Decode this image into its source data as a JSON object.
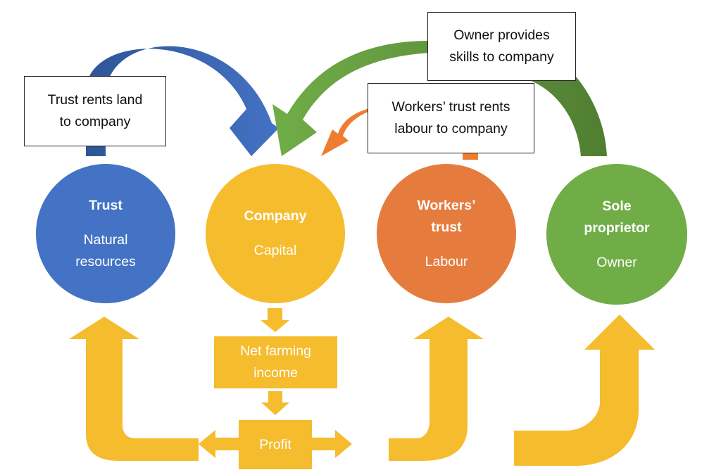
{
  "callouts": {
    "trust_rent": {
      "line1": "Trust rents land",
      "line2": "to company"
    },
    "owner_skills": {
      "line1": "Owner provides",
      "line2": "skills to company"
    },
    "workers_rent": {
      "line1": "Workers’ trust rents",
      "line2": "labour to company"
    }
  },
  "entities": {
    "trust": {
      "title": "Trust",
      "subtitle_line1": "Natural",
      "subtitle_line2": "resources"
    },
    "company": {
      "title": "Company",
      "subtitle": "Capital"
    },
    "workers_trust": {
      "title_line1": "Workers’",
      "title_line2": "trust",
      "subtitle": "Labour"
    },
    "sole_proprietor": {
      "title_line1": "Sole",
      "title_line2": "proprietor",
      "subtitle": "Owner"
    }
  },
  "flow": {
    "net_farming_income": {
      "line1": "Net farming",
      "line2": "income"
    },
    "profit": "Profit"
  },
  "colors": {
    "trust": "#4472c4",
    "company": "#f5bc2e",
    "workers_trust": "#e57c3d",
    "sole_proprietor": "#70ad47",
    "trust_arrow": "#4472c4",
    "owner_arrow": "#70ad47",
    "workers_arrow": "#ed7d31",
    "flow_arrow": "#f5bc2e"
  }
}
